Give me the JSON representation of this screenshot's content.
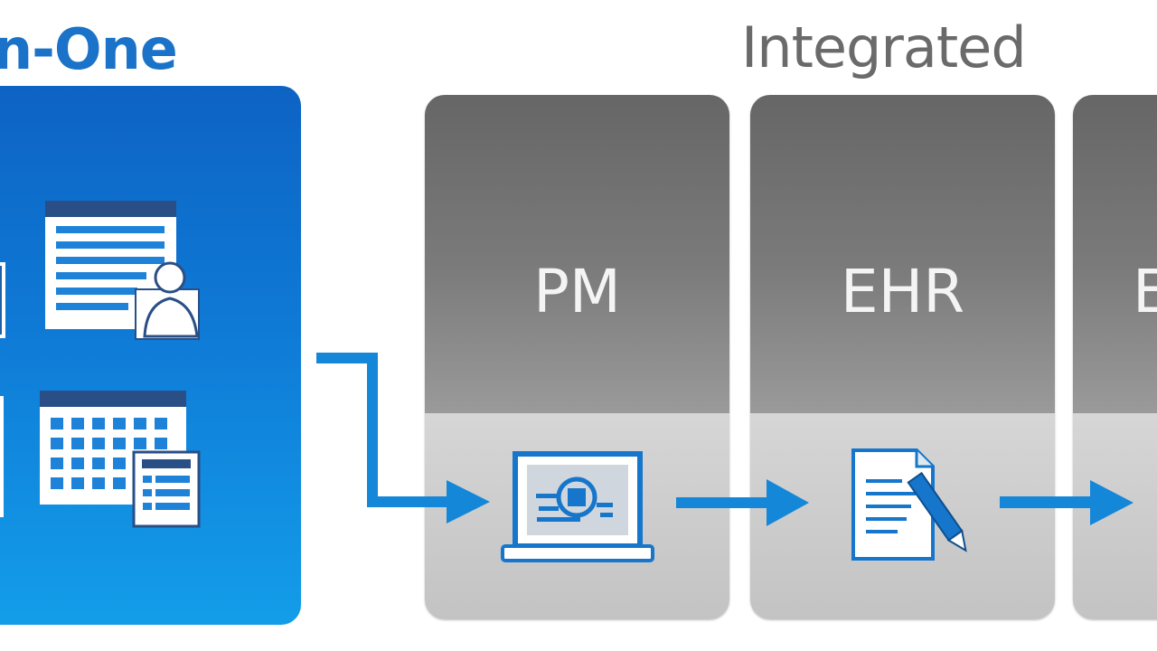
{
  "titles": {
    "left": "n-One",
    "right": "Integrated"
  },
  "panels": [
    {
      "label": "PM",
      "icon": "laptop-icon"
    },
    {
      "label": "EHR",
      "icon": "document-pen-icon"
    },
    {
      "label": "E",
      "icon": ""
    }
  ],
  "all_in_one_icons": [
    "form-user-icon",
    "calendar-icon",
    "checklist-icon"
  ],
  "colors": {
    "accent_blue": "#1a73c8",
    "title_gray": "#6a6a6a",
    "panel_dark": "#707070",
    "panel_light": "#cfcfcf",
    "arrow_blue": "#1487d8"
  }
}
